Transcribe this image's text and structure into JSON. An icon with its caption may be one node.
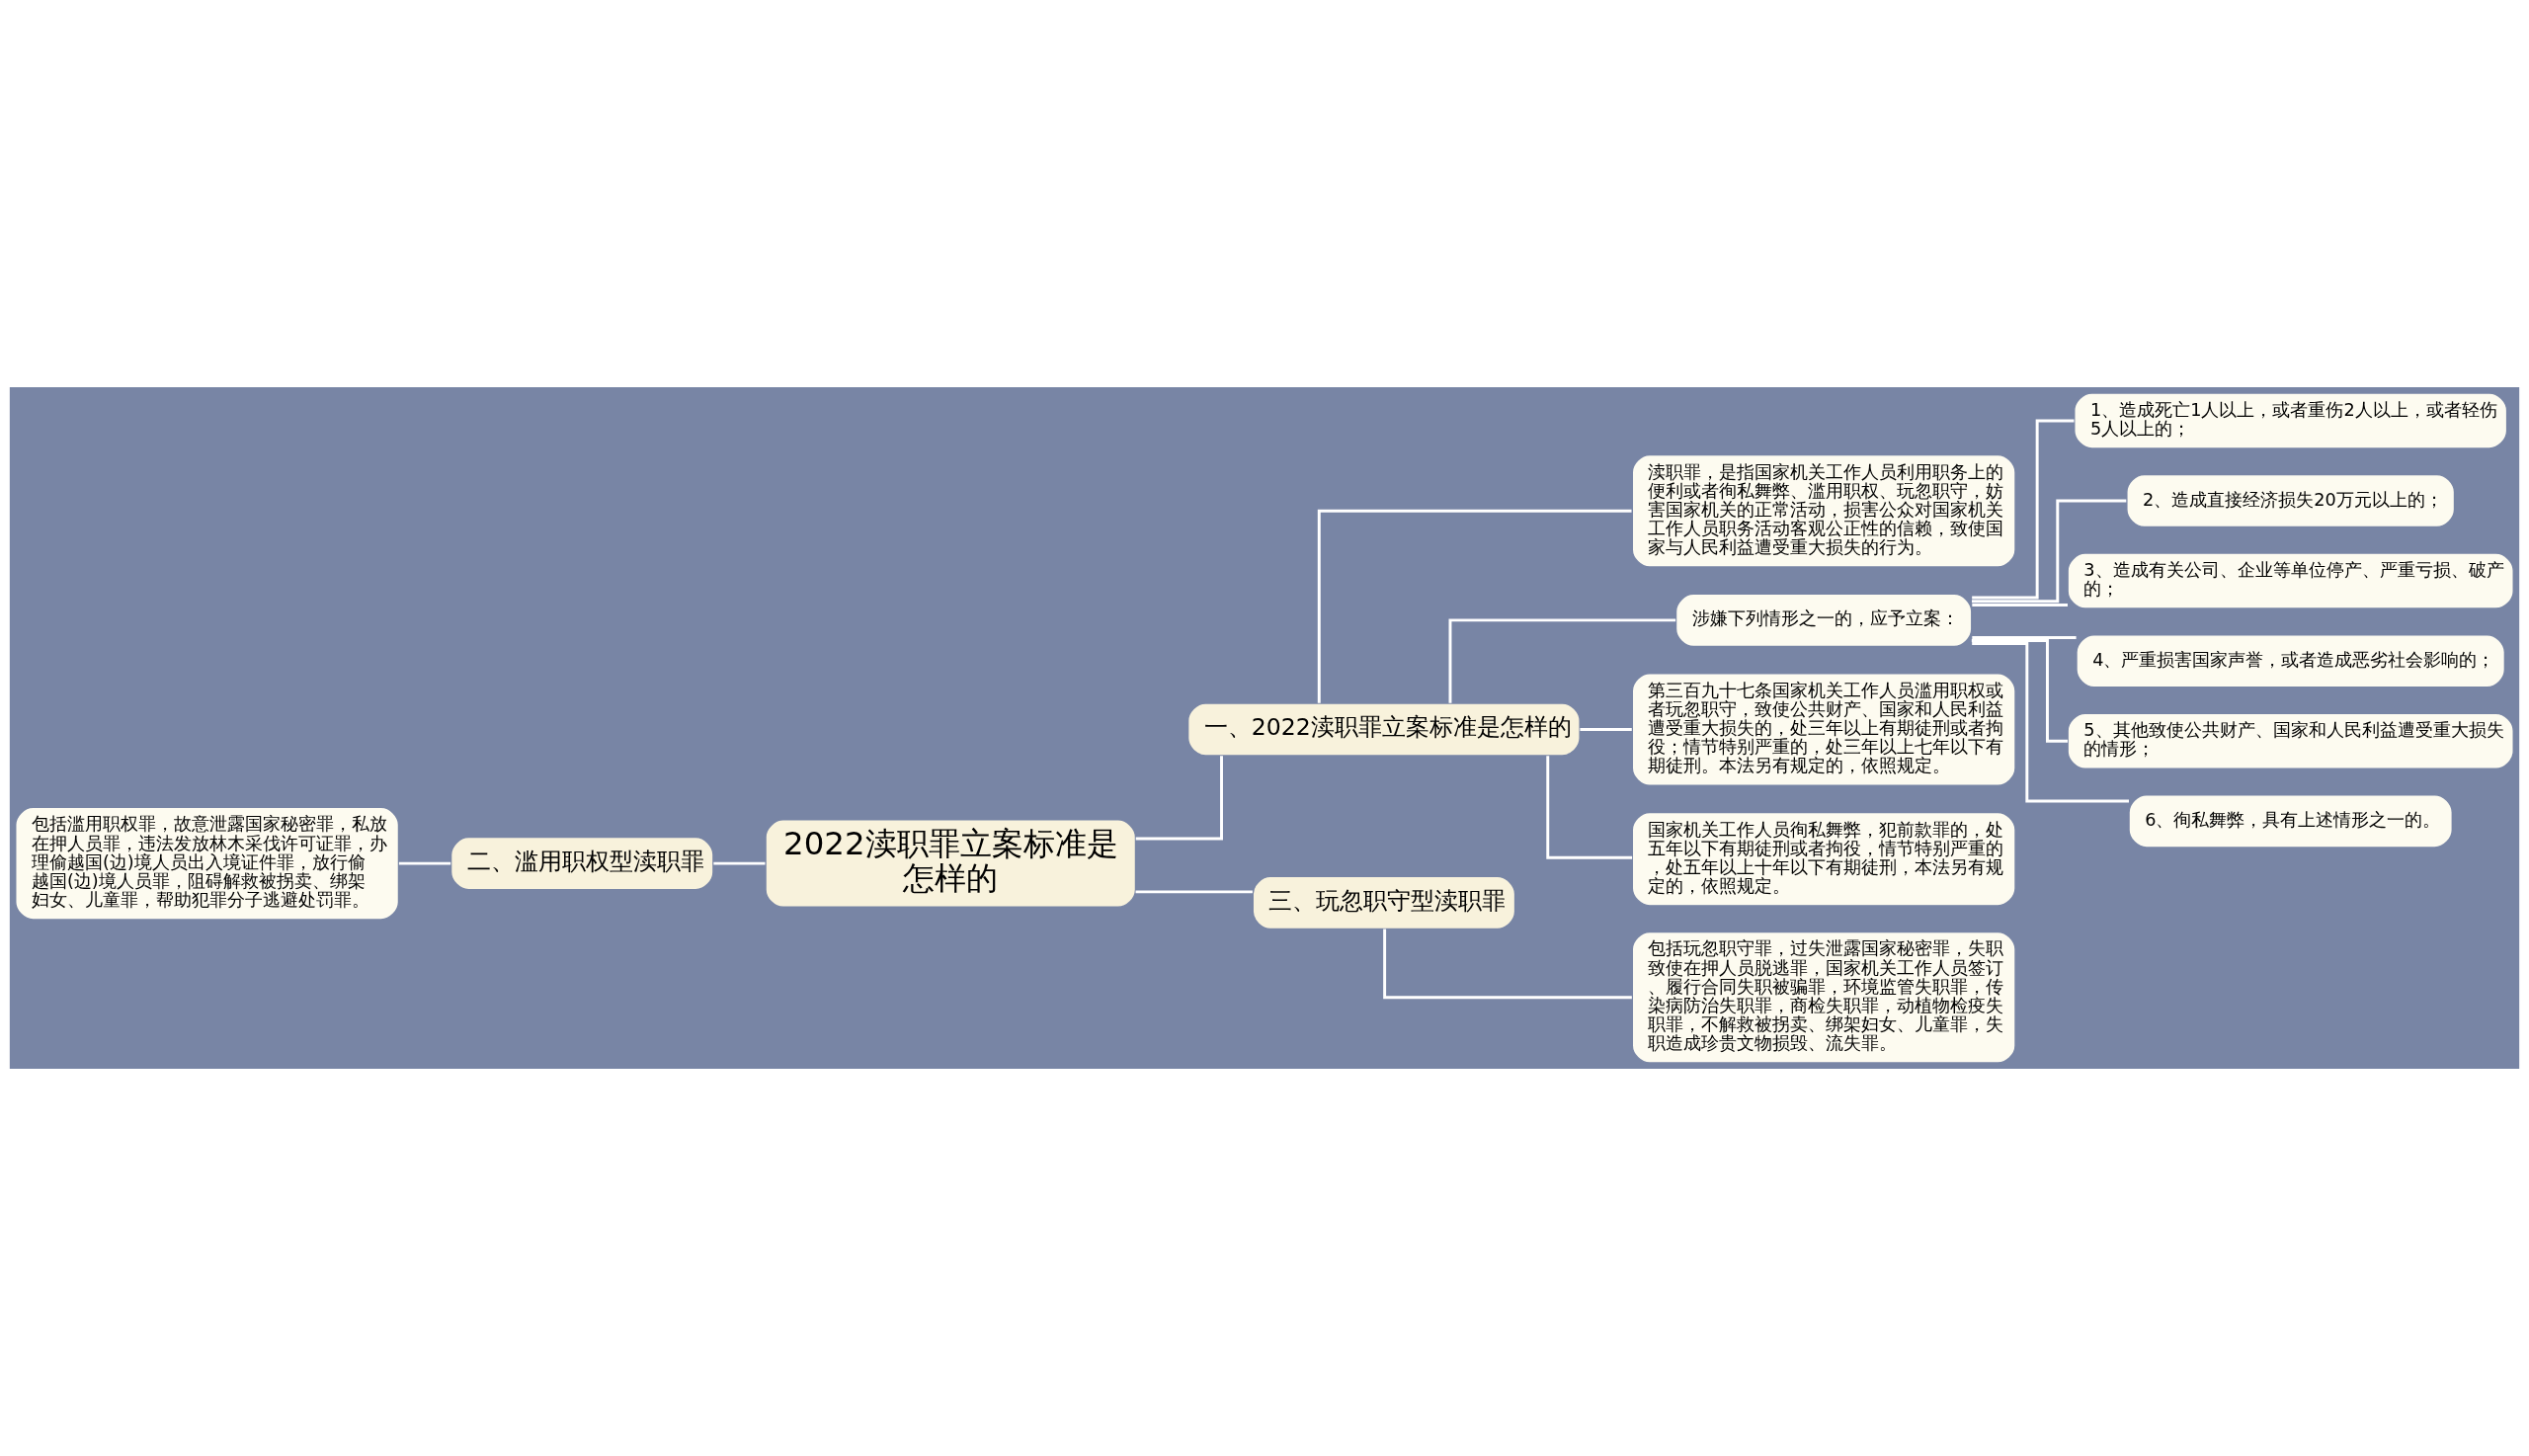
{
  "diagram": {
    "nodes": [
      {
        "text": [
          "2022渎职罪立案标准是怎样的"
        ]
      },
      {
        "text": [
          "一、2022渎职罪立案标准是怎样的"
        ]
      },
      {
        "text": [
          "渎职罪，是指国家机关工作人员利用职务上的便利或者徇私舞弊、滥用职权、玩忽职守，妨害国家机关的正常活动，损害公众对国家机关工作人员职务活动客观公正性的信赖，致使国家与人民利益遭受重大损失的行为。"
        ]
      },
      {
        "text": [
          "涉嫌下列情形之一的，应予立案："
        ]
      },
      {
        "text": [
          "1、造成死亡1人以上，或者重伤2人以上，或者轻伤5人以上的；"
        ]
      },
      {
        "text": [
          "2、造成直接经济损失20万元以上的；"
        ]
      },
      {
        "text": [
          "3、造成有关公司、企业等单位停产、严重亏损、破产的；"
        ]
      },
      {
        "text": [
          "4、严重损害国家声誉，或者造成恶劣社会影响的；"
        ]
      },
      {
        "text": [
          "5、其他致使公共财产、国家和人民利益遭受重大损失的情形；"
        ]
      },
      {
        "text": [
          "6、徇私舞弊，具有上述情形之一的。"
        ]
      },
      {
        "text": [
          "第三百九十七条国家机关工作人员滥用职权或者玩忽职守，致使公共财产、国家和人民利益遭受重大损失的，处三年以上有期徒刑或者拘役；情节特别严重的，处三年以上七年以下有期徒刑。本法另有规定的，依照规定。"
        ]
      },
      {
        "text": [
          "国家机关工作人员徇私舞弊，犯前款罪的，处五年以下有期徒刑或者拘役，情节特别严重的，处五年以上十年以下有期徒刑，本法另有规定的，依照规定。"
        ]
      },
      {
        "text": [
          "三、玩忽职守型渎职罪"
        ]
      },
      {
        "text": [
          "包括玩忽职守罪，过失泄露国家秘密罪，失职致使在押人员脱逃罪，国家机关工作人员签订、履行合同失职被骗罪，环境监管失职罪，传染病防治失职罪，商检失职罪，动植物检疫失职罪，不解救被拐卖、绑架妇女、儿童罪，失职造成珍贵文物损毁、流失罪。"
        ]
      },
      {
        "text": [
          "二、滥用职权型渎职罪"
        ]
      },
      {
        "text": [
          "包括滥用职权罪，故意泄露国家秘密罪，私放在押人员罪，违法发放林木采伐许可证罪，办理偷越国(边)境人员出入境证件罪，放行偷越国(边)境人员罪，阻碍解救被拐卖、绑架妇女、儿童罪，帮助犯罪分子逃避处罚罪。"
        ]
      }
    ],
    "edges": [
      {
        "from": 0,
        "to": 1,
        "arrow": "none"
      },
      {
        "from": 1,
        "to": 2,
        "arrow": "none"
      },
      {
        "from": 1,
        "to": 3,
        "arrow": "none"
      },
      {
        "from": 3,
        "to": 4,
        "arrow": "none"
      },
      {
        "from": 3,
        "to": 5,
        "arrow": "none"
      },
      {
        "from": 3,
        "to": 6,
        "arrow": "none"
      },
      {
        "from": 3,
        "to": 7,
        "arrow": "none"
      },
      {
        "from": 3,
        "to": 8,
        "arrow": "none"
      },
      {
        "from": 3,
        "to": 9,
        "arrow": "none"
      },
      {
        "from": 1,
        "to": 10,
        "arrow": "none"
      },
      {
        "from": 1,
        "to": 11,
        "arrow": "none"
      },
      {
        "from": 0,
        "to": 12,
        "arrow": "none"
      },
      {
        "from": 12,
        "to": 13,
        "arrow": "none"
      },
      {
        "from": 0,
        "to": 14,
        "arrow": "none"
      },
      {
        "from": 14,
        "to": 15,
        "arrow": "none"
      }
    ]
  }
}
